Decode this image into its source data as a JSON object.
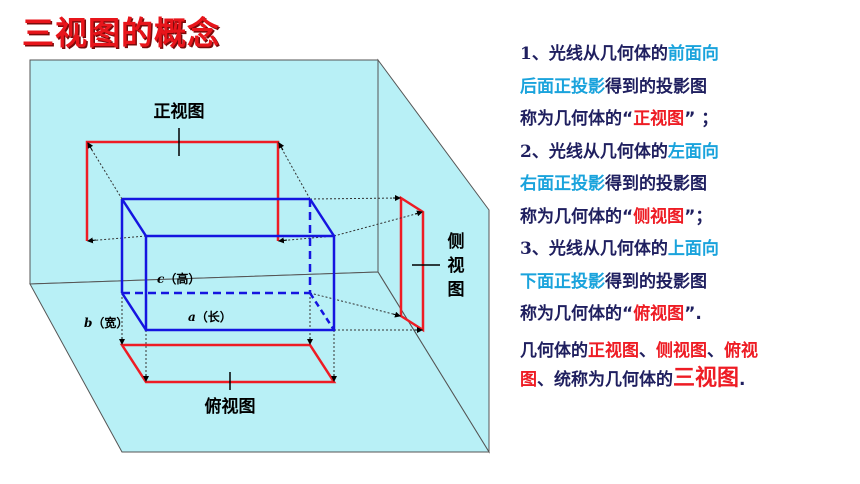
{
  "title": "三视图的概念",
  "diagram": {
    "front_view_label": "正视图",
    "side_view_label_chars": [
      "侧",
      "视",
      "图"
    ],
    "top_view_label": "俯视图",
    "height_var": "c",
    "height_word": "（高）",
    "length_var": "a",
    "length_word": "（长）",
    "width_var": "b",
    "width_word": "（宽）"
  },
  "items": [
    {
      "num": "1",
      "pre": "、光线从几何体的",
      "dir": "前面向",
      "dir2": "后面正投影",
      "mid": "得到的投影图",
      "line3_pre": "称为几何体的“",
      "view": "正视图",
      "line3_post": "” ；"
    },
    {
      "num": "2",
      "pre": "、光线从几何体的",
      "dir": "左面向",
      "dir2": "右面正投影",
      "mid": "得到的投影图",
      "line3_pre": "称为几何体的“",
      "view": "侧视图",
      "line3_post": "”；"
    },
    {
      "num": "3",
      "pre": "、光线从几何体的",
      "dir": "上面向",
      "dir2": "下面正投影",
      "mid": "得到的投影图",
      "line3_pre": "称为几何体的“",
      "view": "俯视图",
      "line3_post": "”."
    }
  ],
  "summary": {
    "pre": "几何体的",
    "v1": "正视图",
    "sep1": "、",
    "v2": "侧视图",
    "sep2": "、",
    "v3a": "俯视",
    "v3b": "图",
    "mid": "、统称为几何体的",
    "three": "三视图",
    "end": "."
  },
  "colors": {
    "title_red": "#e8151b",
    "wall_cyan": "#b8f0f6",
    "box_blue": "#1515e0",
    "projection_red": "#ee1c24",
    "highlight_cyan": "#1aa3dc",
    "text_navy": "#1f1f5f"
  }
}
